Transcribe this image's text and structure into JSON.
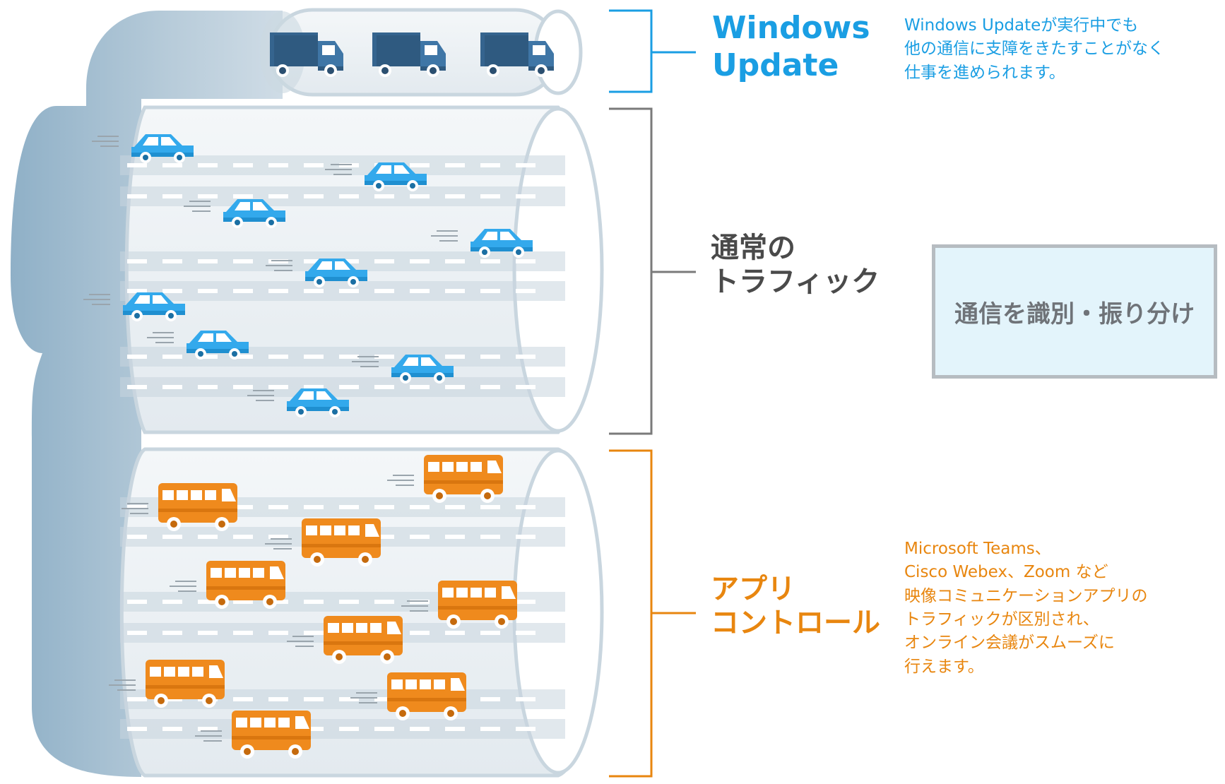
{
  "colors": {
    "blue": "#1a9ee3",
    "orange": "#e8860f",
    "gray": "#7a7a7a",
    "pipe": "#a9bfce",
    "truck": "#35648e",
    "car": "#33a9ec",
    "bus": "#ef8a1d"
  },
  "sections": {
    "windows_update": {
      "label_lines": [
        "Windows",
        "Update"
      ],
      "description_lines": [
        "Windows Updateが実行中でも",
        "他の通信に支障をきたすことがなく",
        "仕事を進められます。"
      ],
      "vehicle": "truck-icon"
    },
    "normal_traffic": {
      "label_lines": [
        "通常の",
        "トラフィック"
      ],
      "vehicle": "car-icon"
    },
    "app_control": {
      "label_lines": [
        "アプリ",
        "コントロール"
      ],
      "description_lines": [
        "Microsoft Teams、",
        "Cisco Webex、Zoom など",
        "映像コミュニケーションアプリの",
        "トラフィックが区別され、",
        "オンライン会議がスムーズに",
        "行えます。"
      ],
      "vehicle": "bus-icon"
    }
  },
  "classify_box": {
    "text": "通信を識別・振り分け"
  }
}
